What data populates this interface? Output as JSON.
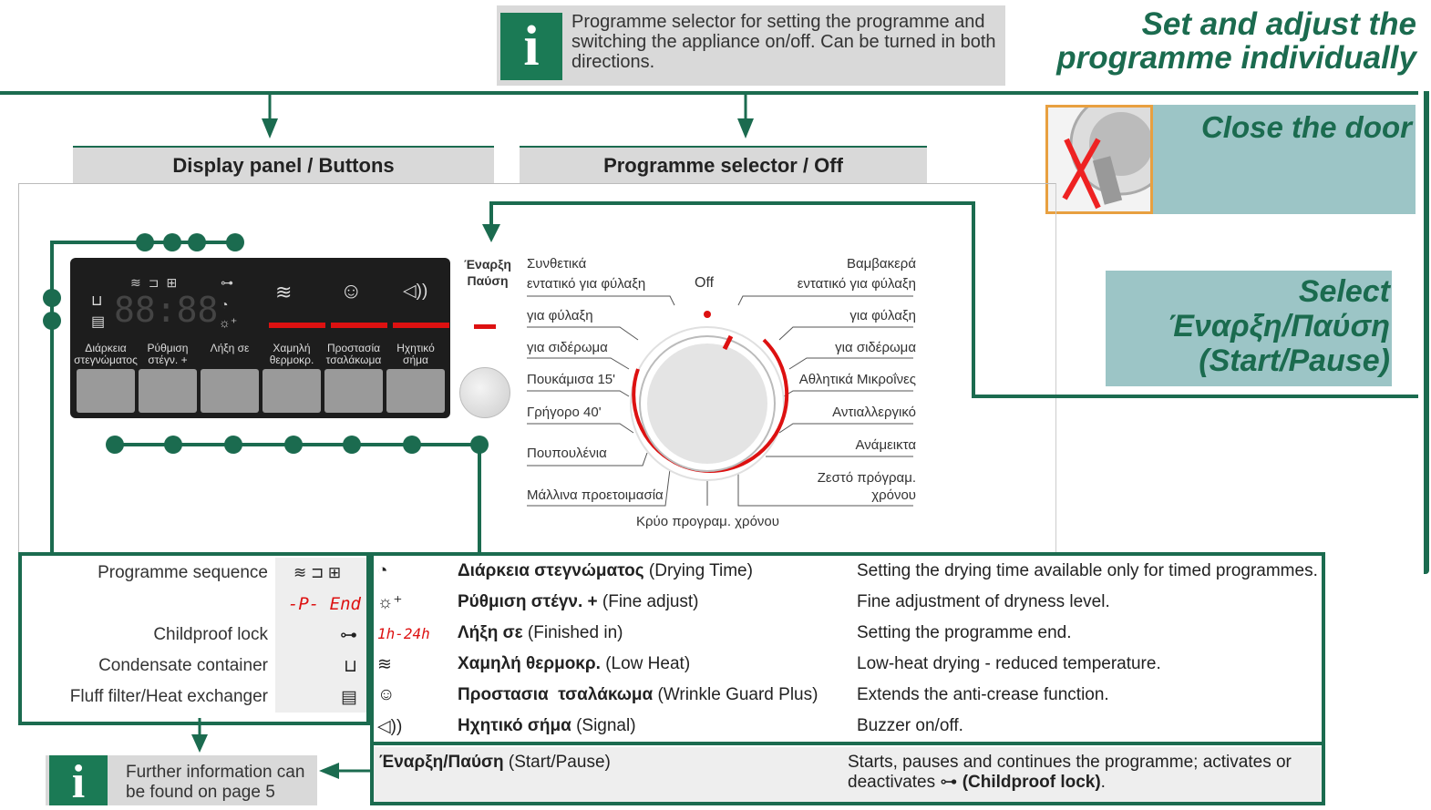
{
  "info_top": {
    "text": "Programme selector for setting the programme and switching the appliance on/off. Can be turned in both directions.",
    "icon": "info-icon"
  },
  "heading": {
    "line1": "Set and adjust the",
    "line2": "programme individually"
  },
  "tabs": {
    "display": "Display panel / Buttons",
    "selector": "Programme selector / Off"
  },
  "sidebar": {
    "close_door": "Close the door",
    "select_line1": "Select",
    "select_line2": "Έναρξη/Παύση",
    "select_line3": "(Start/Pause)"
  },
  "display_labels": [
    "Διάρκεια στεγνώματος",
    "Ρύθμιση στέγν. +",
    "Λήξη σε",
    "Χαμηλή θερμοκρ.",
    "Προστασία τσαλάκωμα",
    "Ηχητικό σήμα"
  ],
  "display_digits": "88:88",
  "start_label": {
    "line1": "Έναρξη",
    "line2": "Παύση"
  },
  "off_label": "Off",
  "programmes_left": [
    "Συνθετικά",
    "εντατικό για φύλαξη",
    "για φύλαξη",
    "για σιδέρωμα",
    "Πουκάμισα 15'",
    "Γρήγορο 40'",
    "Πουπουλένια",
    "Μάλλινα προετοιμασία"
  ],
  "programmes_right": [
    "Βαμβακερά",
    "εντατικό για φύλαξη",
    "για φύλαξη",
    "για σιδέρωμα",
    "Αθλητικά Μικροΐνες",
    "Αντιαλλεργικό",
    "Ανάμεικτα",
    "Ζεστό πρόγραμ.",
    "χρόνου"
  ],
  "programme_bottom": "Κρύο προγραμ. χρόνου",
  "legend_left": [
    {
      "label": "Programme sequence",
      "icon": "programme-sequence-icons",
      "symbol": "≋ ⊐ ⊞"
    },
    {
      "label": "",
      "icon": "p-end-display",
      "symbol": "-P- End"
    },
    {
      "label": "Childproof lock",
      "icon": "key-icon",
      "symbol": "⊶"
    },
    {
      "label": "Condensate container",
      "icon": "container-icon",
      "symbol": "⊔"
    },
    {
      "label": "Fluff filter/Heat exchanger",
      "icon": "filter-icon",
      "symbol": "▤"
    }
  ],
  "legend_right": [
    {
      "symbol": "◔",
      "greek": "Διάρκεια στεγνώματος",
      "english": "(Drying Time)",
      "desc": "Setting the drying time available only for timed programmes."
    },
    {
      "symbol": "☼⁺",
      "greek": "Ρύθμιση στέγν. +",
      "english": "(Fine adjust)",
      "desc": "Fine adjustment of dryness level."
    },
    {
      "symbol": "1h-24h",
      "greek": "Λήξη σε",
      "english": "(Finished in)",
      "desc": "Setting the programme end."
    },
    {
      "symbol": "≋",
      "greek": "Χαμηλή θερμοκρ.",
      "english": "(Low Heat)",
      "desc": "Low-heat drying - reduced temperature."
    },
    {
      "symbol": "☺",
      "greek": "Προστασια  τσαλάκωμα",
      "english": "(Wrinkle Guard Plus)",
      "desc": "Extends the anti-crease function."
    },
    {
      "symbol": "◁))",
      "greek": "Ηχητικό σήμα",
      "english": "(Signal)",
      "desc": "Buzzer on/off."
    }
  ],
  "start_row": {
    "greek": "Έναρξη/Παύση",
    "english": "(Start/Pause)",
    "desc1": "Starts, pauses and continues the programme; activates or",
    "desc2a": "deactivates",
    "desc2b": "(Childproof lock)",
    "desc2c": "."
  },
  "info_bottom": {
    "text": "Further information can be found on page 5"
  },
  "colors": {
    "green": "#1b6b4f",
    "teal": "#9cc5c6",
    "grey": "#d9d9d9",
    "red": "#d11111"
  }
}
